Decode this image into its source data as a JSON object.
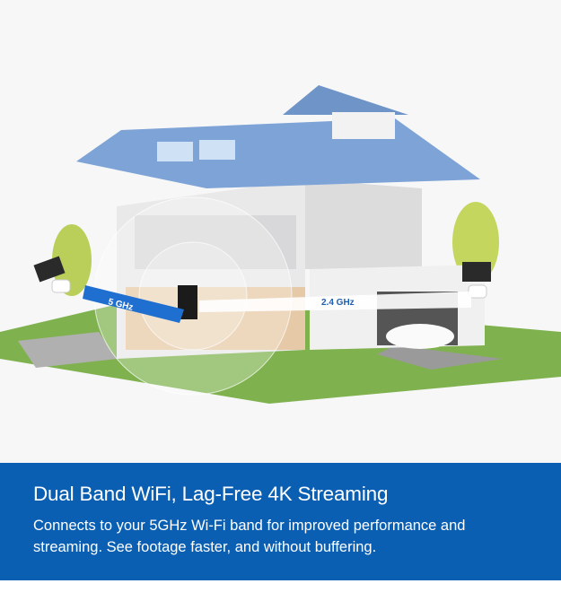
{
  "illustration": {
    "band_5ghz_label": "5 GHz",
    "band_24ghz_label": "2.4 GHz",
    "colors": {
      "band_5ghz": "#1f6fd0",
      "band_24ghz_text": "#1f5fb0",
      "roof": "#7ea3d6",
      "grass": "#7fb24e"
    }
  },
  "banner": {
    "headline": "Dual Band WiFi, Lag-Free 4K Streaming",
    "body": "Connects to your 5GHz Wi-Fi band for improved performance and streaming. See footage faster, and without buffering.",
    "color": "#0b5fb3"
  }
}
